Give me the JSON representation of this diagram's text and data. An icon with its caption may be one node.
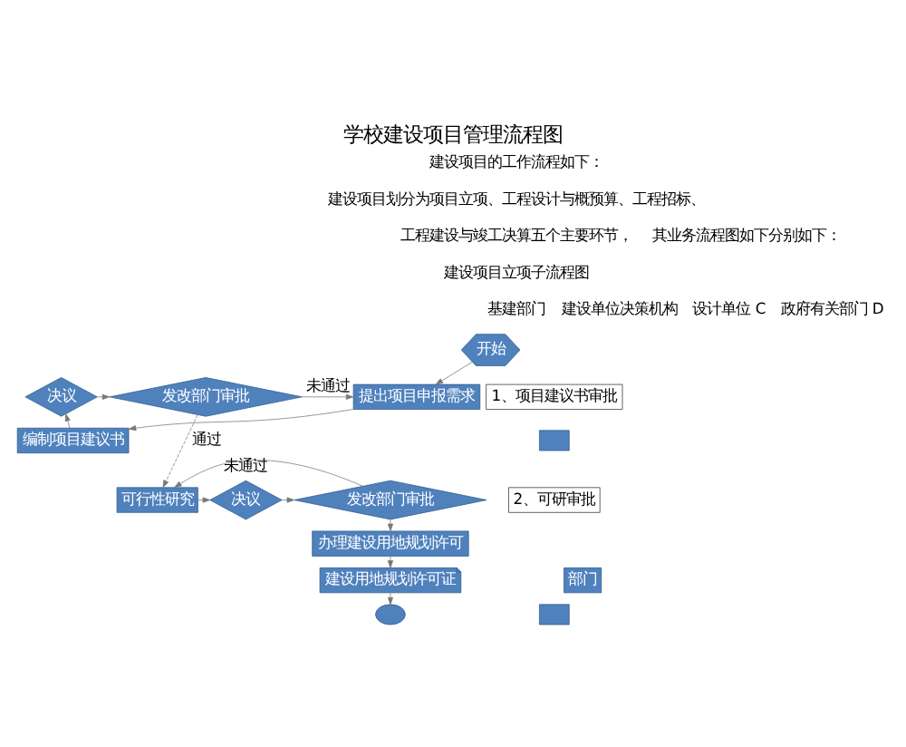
{
  "diagram": {
    "title": "学校建设项目管理流程图",
    "nodes": [
      {
        "text": [
          "开始"
        ]
      },
      {
        "text": [
          "提出项目申报需求"
        ]
      },
      {
        "text": [
          "编制项目建议书"
        ]
      },
      {
        "text": [
          "决议"
        ]
      },
      {
        "text": [
          "发改部门审批"
        ]
      },
      {
        "text": [
          "可行性研究"
        ]
      },
      {
        "text": [
          "决议"
        ]
      },
      {
        "text": [
          "发改部门审批"
        ]
      },
      {
        "text": [
          "办理建设用地规划许可"
        ]
      },
      {
        "text": [
          "建设用地规划许可证"
        ]
      },
      {
        "text": [],
        "shape": "ellipse"
      },
      {
        "text": [
          "部门"
        ]
      },
      {
        "text": [
          "1、项目建议书审批"
        ]
      },
      {
        "text": [],
        "shape": "box"
      },
      {
        "text": [
          "2、可研审批"
        ]
      },
      {
        "text": [],
        "shape": "box"
      }
    ],
    "edges": [
      {
        "from": 0,
        "to": 1,
        "arrow": "to"
      },
      {
        "from": 1,
        "to": 2,
        "arrow": "to"
      },
      {
        "from": 2,
        "to": 3,
        "arrow": "to"
      },
      {
        "from": 3,
        "to": 4,
        "arrow": "to"
      },
      {
        "from": 4,
        "to": 1,
        "arrow": "to",
        "label": "未通过"
      },
      {
        "from": 4,
        "to": 5,
        "arrow": "to",
        "label": "通过",
        "style": "dashed"
      },
      {
        "from": 5,
        "to": 6,
        "arrow": "to"
      },
      {
        "from": 6,
        "to": 7,
        "arrow": "to"
      },
      {
        "from": 7,
        "to": 5,
        "arrow": "to",
        "label": "未通过"
      },
      {
        "from": 7,
        "to": 8,
        "arrow": "to"
      },
      {
        "from": 8,
        "to": 9,
        "arrow": "to"
      },
      {
        "from": 9,
        "to": 10,
        "arrow": "to"
      }
    ],
    "labels": [
      "建设项目的工作流程如下：",
      "建设项目划分为项目立项、工程设计与概预算、工程招标、",
      "工程建设与竣工决算五个主要环节，",
      "其业务流程图如下分别如下：",
      "建设项目立项子流程图",
      "基建部门",
      "建设单位决策机构",
      "设计单位 C",
      "政府有关部门 D"
    ]
  }
}
